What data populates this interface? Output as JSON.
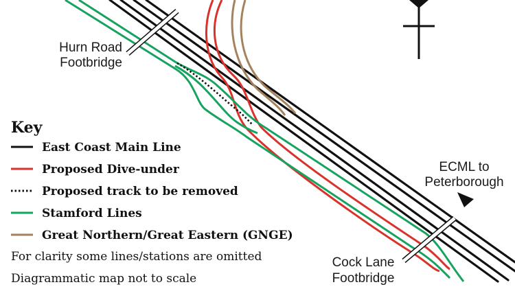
{
  "colors": {
    "ecml": "#111111",
    "dive_under": "#d8322a",
    "stamford": "#16a35f",
    "gnge": "#a4825e",
    "removed": "#111111",
    "footbridge_fill": "#ffffff",
    "footbridge_stroke": "#111111"
  },
  "labels": {
    "hurn_road_line1": "Hurn Road",
    "hurn_road_line2": "Footbridge",
    "cock_lane_line1": "Cock Lane",
    "cock_lane_line2": "Footbridge",
    "ecml_to_line1": "ECML to",
    "ecml_to_line2": "Peterborough"
  },
  "icons": {
    "north_arrow": "north-arrow-icon",
    "direction_arrow": "direction-arrowhead-icon"
  },
  "key": {
    "title": "Key",
    "items": [
      {
        "label": "East Coast Main Line",
        "style": "solid",
        "color": "#111111"
      },
      {
        "label": "Proposed Dive-under",
        "style": "solid",
        "color": "#d8322a"
      },
      {
        "label": "Proposed track to be removed",
        "style": "dotted",
        "color": "#111111"
      },
      {
        "label": "Stamford Lines",
        "style": "solid",
        "color": "#16a35f"
      },
      {
        "label": "Great Northern/Great Eastern (GNGE)",
        "style": "solid",
        "color": "#a4825e"
      }
    ],
    "notes": [
      "For clarity some lines/stations are omitted",
      "Diagrammatic map not to scale"
    ]
  }
}
